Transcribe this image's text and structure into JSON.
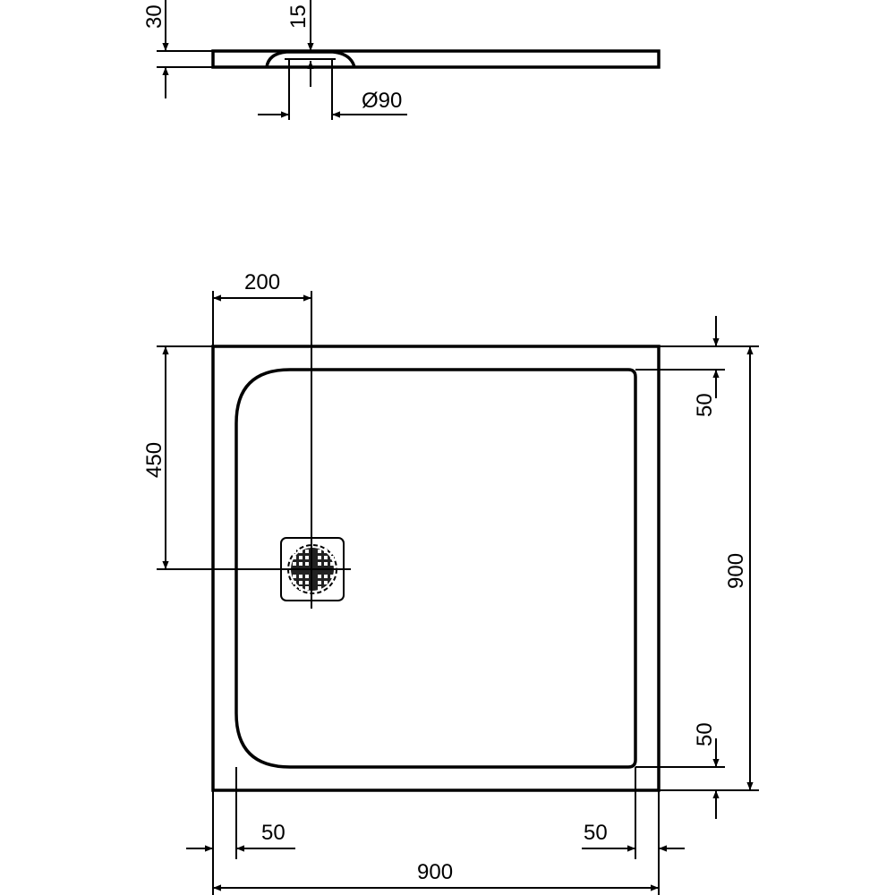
{
  "profile_view": {
    "height_label": "30",
    "drain_depth_label": "15",
    "drain_diameter_label": "Ø90"
  },
  "plan_view": {
    "drain_offset_x_label": "200",
    "drain_offset_y_label": "450",
    "width_label": "900",
    "depth_label": "900",
    "rim_left_label": "50",
    "rim_right_label": "50",
    "rim_top_label": "50",
    "rim_bottom_label": "50"
  },
  "colors": {
    "line": "#000000",
    "background": "#ffffff"
  }
}
